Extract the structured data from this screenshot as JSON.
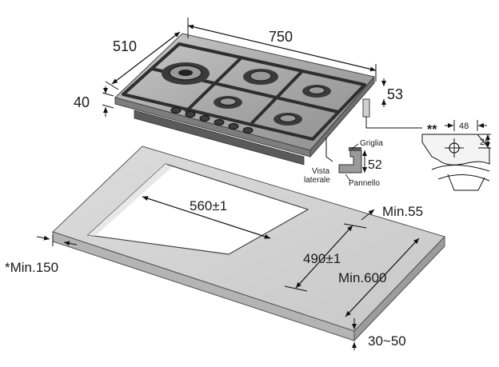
{
  "hob": {
    "width": "750",
    "depth": "510",
    "height": "40",
    "pipe_offset": "53"
  },
  "side_view": {
    "dim": "52",
    "title_line1": "Vista",
    "title_line2": "laterale",
    "grid_label": "Griglia",
    "panel_label": "Pannello"
  },
  "connection_detail": {
    "marker": "**",
    "width": "48",
    "height": "26"
  },
  "cutout": {
    "width": "560±1",
    "depth": "490±1",
    "min_back": "Min.55",
    "min_front": "*Min.150",
    "worktop_min": "Min.600",
    "worktop_thickness": "30~50"
  }
}
